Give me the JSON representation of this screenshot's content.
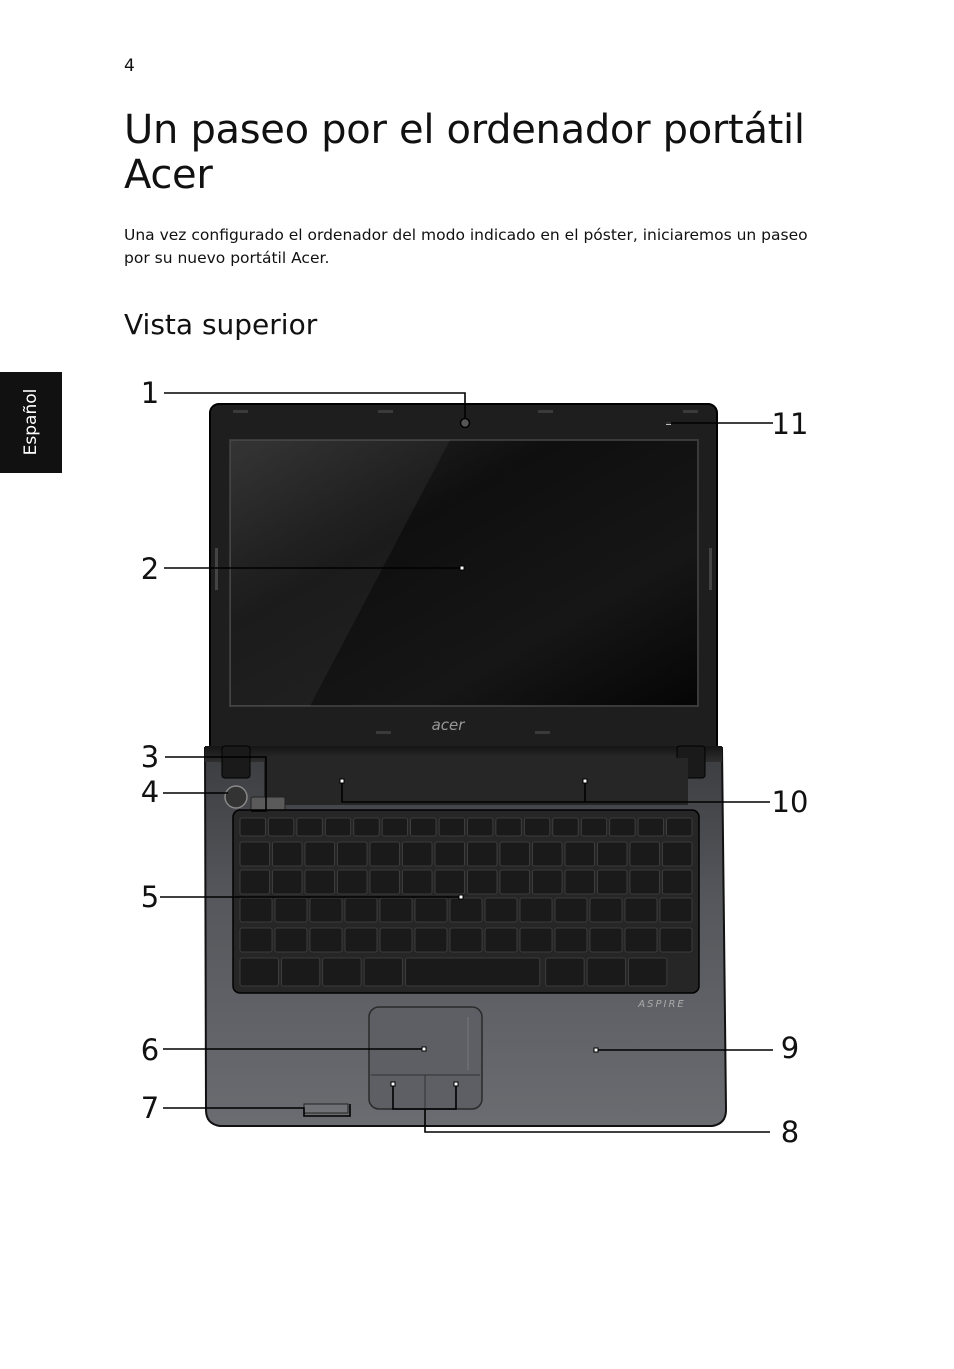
{
  "page": {
    "number": "4",
    "title": "Un paseo por el ordenador portátil Acer",
    "intro": "Una vez configurado el ordenador del modo indicado en el póster, iniciaremos un paseo por su nuevo  portátil Acer.",
    "subtitle": "Vista superior",
    "side_tab": "Español"
  },
  "figure": {
    "brand_logo": "acer",
    "model_logo": "ASPIRE",
    "callouts": [
      "1",
      "2",
      "3",
      "4",
      "5",
      "6",
      "7",
      "8",
      "9",
      "10",
      "11"
    ],
    "colors": {
      "body_dark": "#1e1e1e",
      "screen": "#0c0c0c",
      "base_silver": "#505257",
      "keyboard_frame": "#262626",
      "key": "#1a1a1a",
      "callout_line": "#000000"
    }
  }
}
